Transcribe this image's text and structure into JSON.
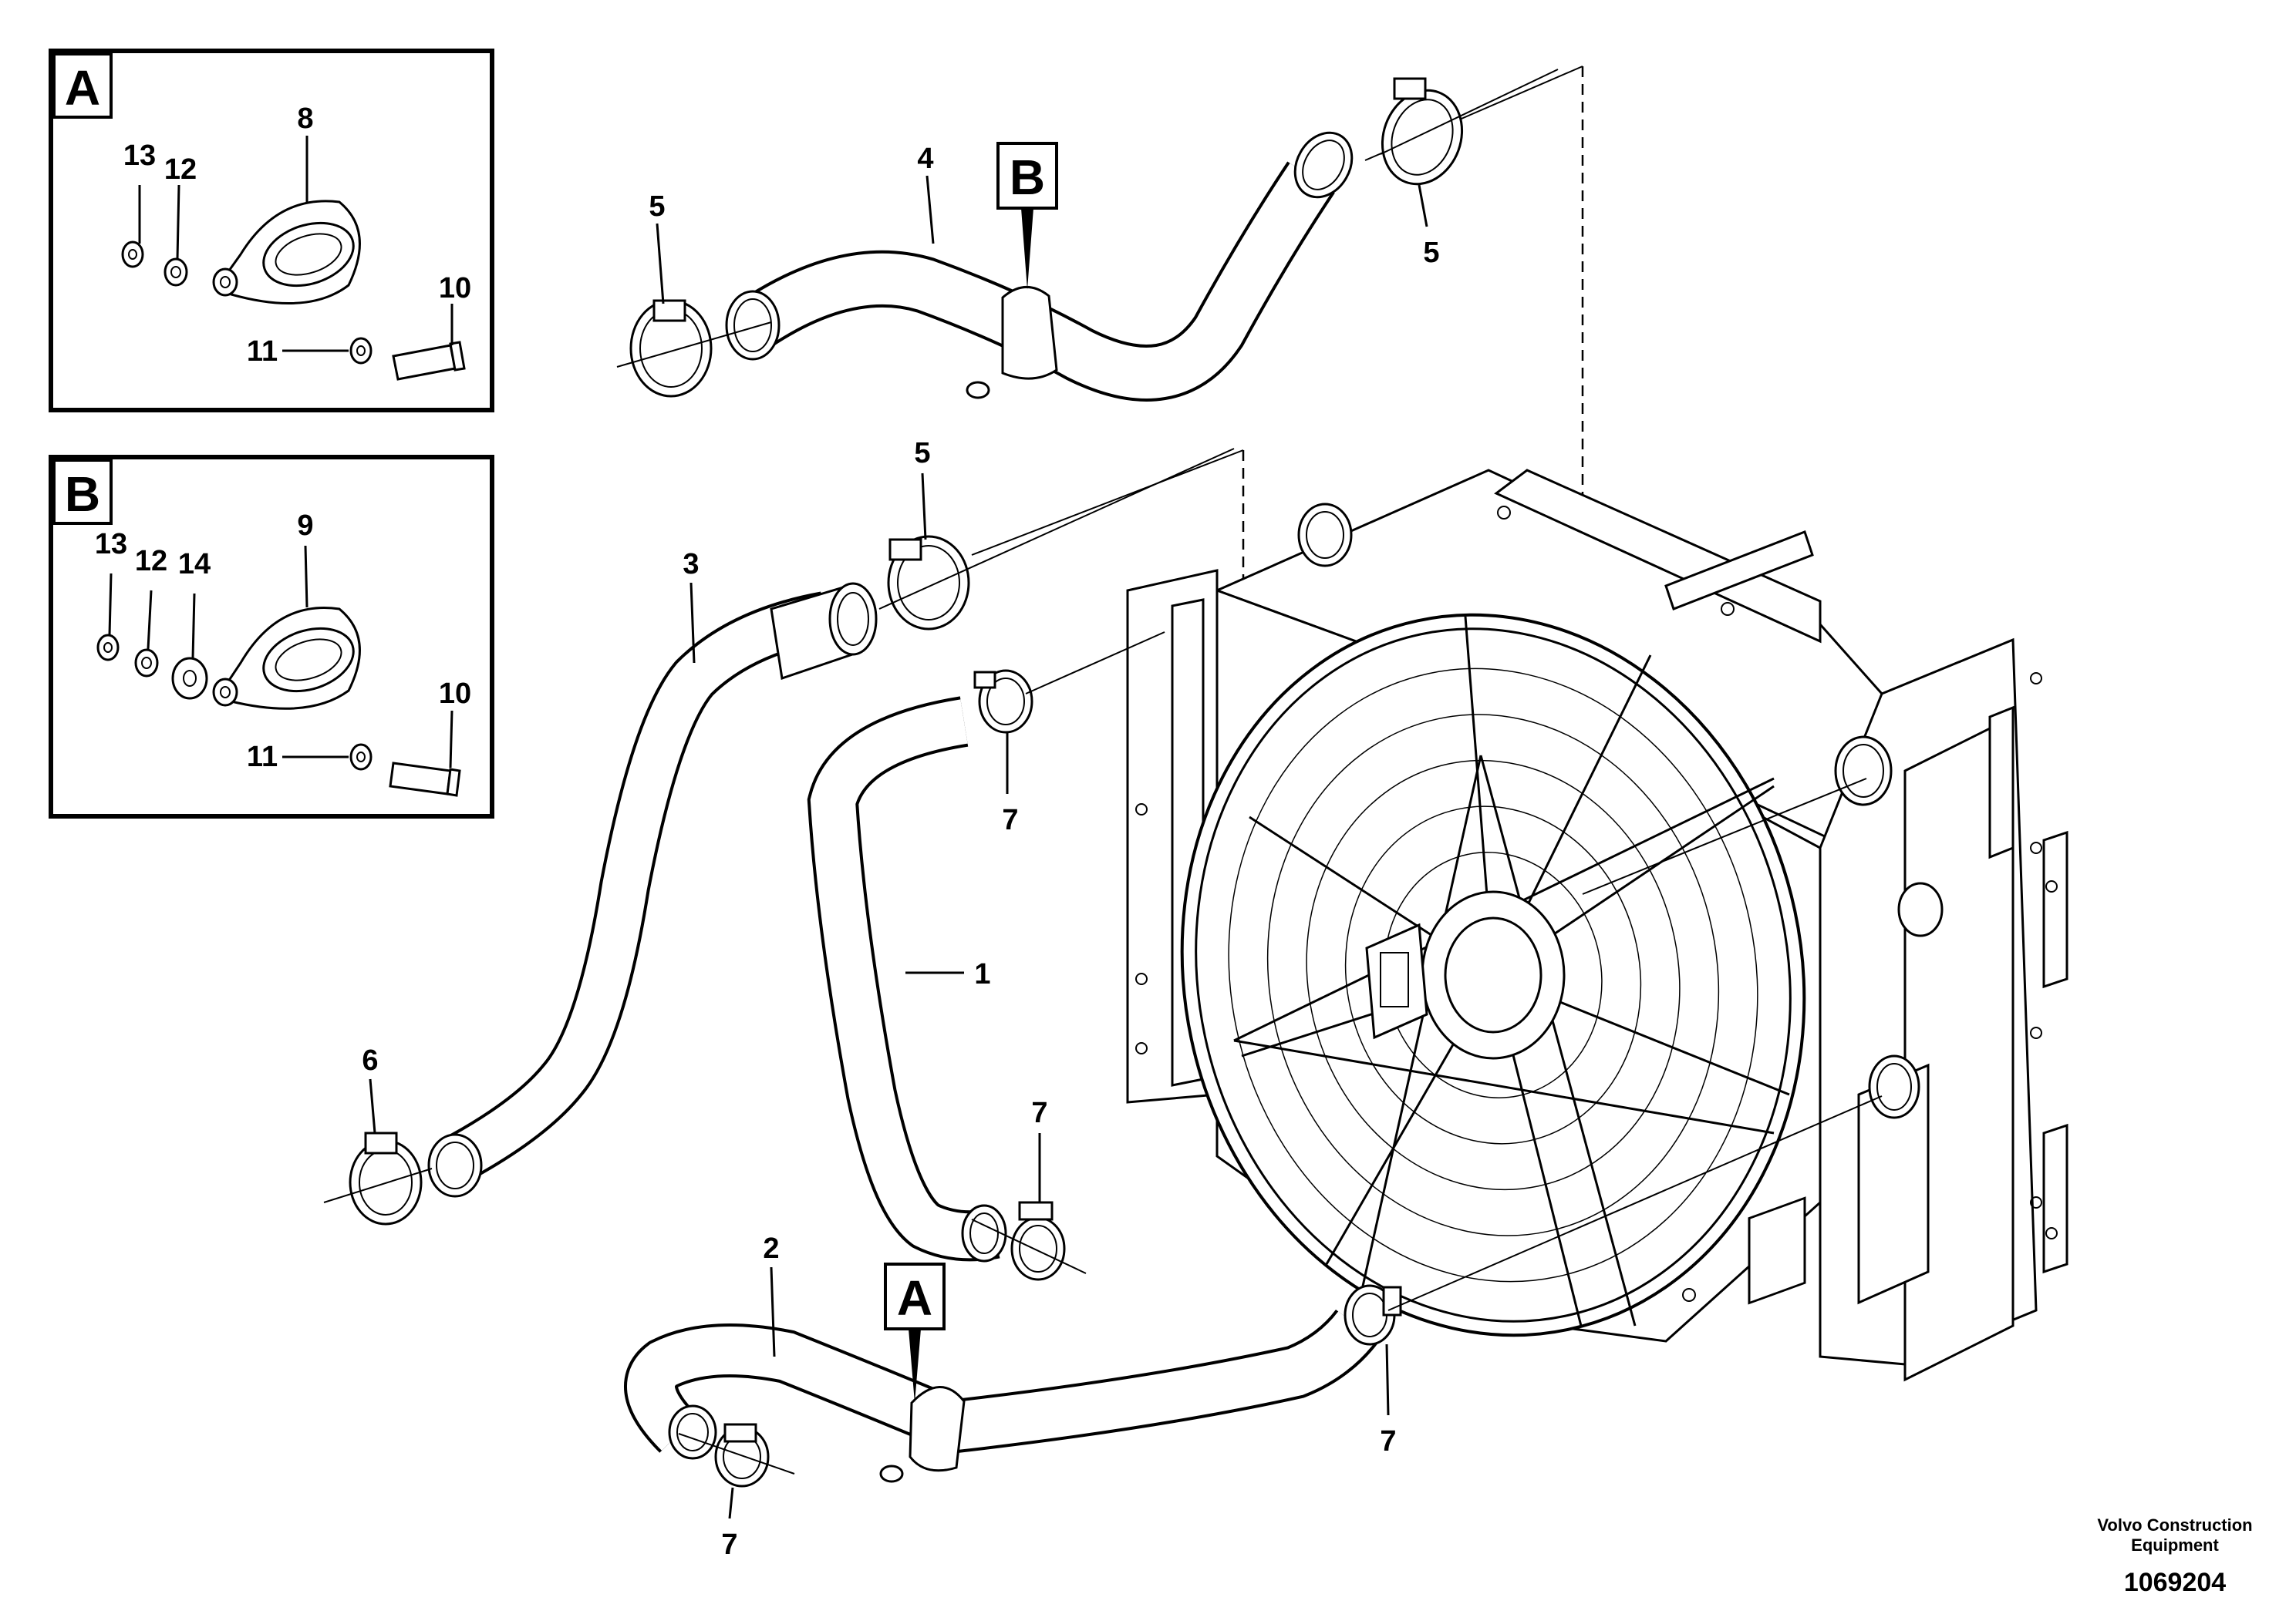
{
  "detail_boxes": [
    {
      "letter": "A",
      "callouts": [
        "13",
        "12",
        "8",
        "10",
        "11"
      ]
    },
    {
      "letter": "B",
      "callouts": [
        "13",
        "12",
        "14",
        "9",
        "10",
        "11"
      ]
    }
  ],
  "flags": {
    "on_hose_4": "B",
    "on_hose_2": "A"
  },
  "callouts": {
    "hose_1": "1",
    "hose_2": "2",
    "hose_3": "3",
    "hose_4": "4",
    "clamp_5_left": "5",
    "clamp_5_right": "5",
    "clamp_5_mid": "5",
    "clamp_6": "6",
    "clamp_7_upper": "7",
    "clamp_7_lower": "7",
    "clamp_7_bottom_left": "7",
    "clamp_7_bottom_right": "7"
  },
  "footer": {
    "company_line1": "Volvo Construction",
    "company_line2": "Equipment",
    "figure_number": "1069204"
  }
}
